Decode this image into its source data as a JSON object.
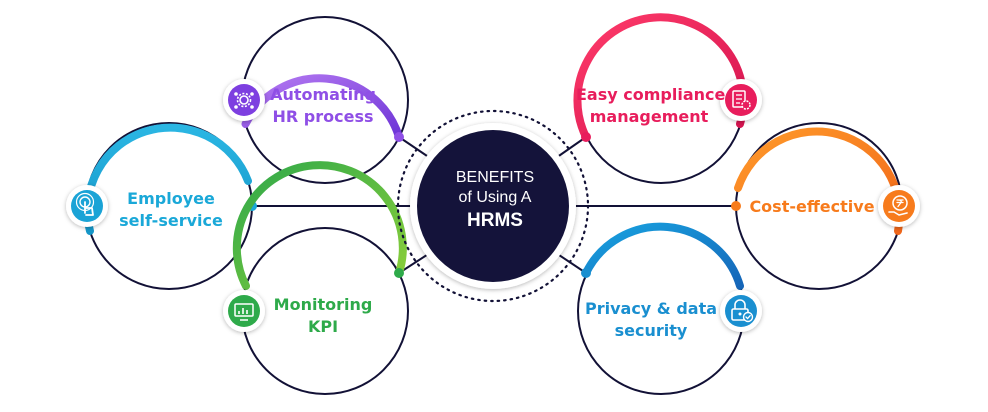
{
  "center": {
    "line1": "BENEFITS",
    "line2": "of Using A",
    "line3": "HRMS"
  },
  "benefits": [
    {
      "id": "automating",
      "lines": [
        "Automating",
        "HR process"
      ],
      "color": "#8f4fe6",
      "icon": "people-gear-icon"
    },
    {
      "id": "employee",
      "lines": [
        "Employee",
        "self-service"
      ],
      "color": "#1aa8d8",
      "icon": "touch-hand-icon"
    },
    {
      "id": "monitoring",
      "lines": [
        "Monitoring",
        "KPI"
      ],
      "color": "#2eaa4a",
      "icon": "kpi-chart-icon"
    },
    {
      "id": "compliance",
      "lines": [
        "Easy compliance",
        "management"
      ],
      "color": "#e81d5c",
      "icon": "checklist-gear-icon"
    },
    {
      "id": "cost",
      "lines": [
        "Cost-effective"
      ],
      "color": "#f77b1c",
      "icon": "rupee-hand-icon"
    },
    {
      "id": "privacy",
      "lines": [
        "Privacy & data",
        "security"
      ],
      "color": "#1a8fd0",
      "icon": "lock-check-icon"
    }
  ],
  "colors": {
    "dark_navy": "#121136",
    "center_fill": "#14133a"
  }
}
